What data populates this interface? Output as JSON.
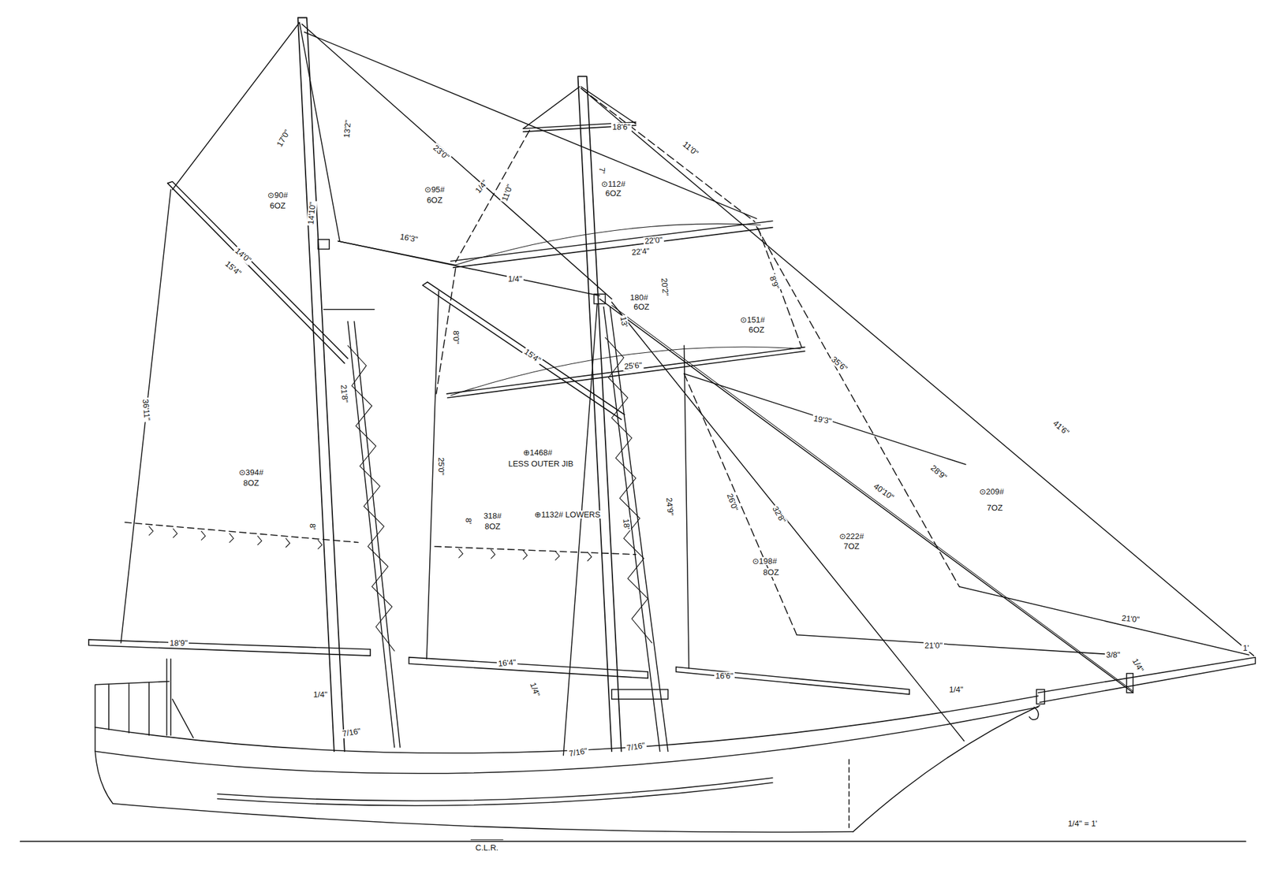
{
  "diagram": {
    "labels": [
      "17'0\"",
      "⊙90#",
      "6OZ",
      "14'10\"",
      "13'2\"",
      "23'0\"",
      "⊙95#",
      "6OZ",
      "1/4\"",
      "11'0\"",
      "14'0\"",
      "15'4\"",
      "16'3\"",
      "⊙112#",
      "6OZ",
      "18'6\"",
      "7'",
      "11'0\"",
      "22'0\"",
      "22'4\"",
      "1/4\"",
      "20'2\"",
      "180#",
      "6OZ",
      "13'",
      "8'9\"",
      "⊙151#",
      "6OZ",
      "8'0\"",
      "15'4\"",
      "25'6\"",
      "35'6\"",
      "19'3\"",
      "⊕1468#",
      "LESS OUTER JIB",
      "25'0\"",
      "21'8\"",
      "36'11\"",
      "⊙394#",
      "8OZ",
      "8'",
      "8'",
      "318#",
      "8OZ",
      "⊕1132# LOWERS",
      "18'",
      "24'9\"",
      "26'0\"",
      "32'8\"",
      "40'10\"",
      "28'9\"",
      "41'6\"",
      "⊙209#",
      "7OZ",
      "⊙222#",
      "7OZ",
      "⊙198#",
      "8OZ",
      "18'9\"",
      "16'4\"",
      "16'6\"",
      "21'0\"",
      "21'0\"",
      "1/4\"",
      "7/16\"",
      "1/4\"",
      "7/16\"",
      "7/16\"",
      "1/4\"",
      "3/8\"",
      "1/4\"",
      "1'",
      "1/4\" = 1'",
      "C.L.R."
    ]
  }
}
